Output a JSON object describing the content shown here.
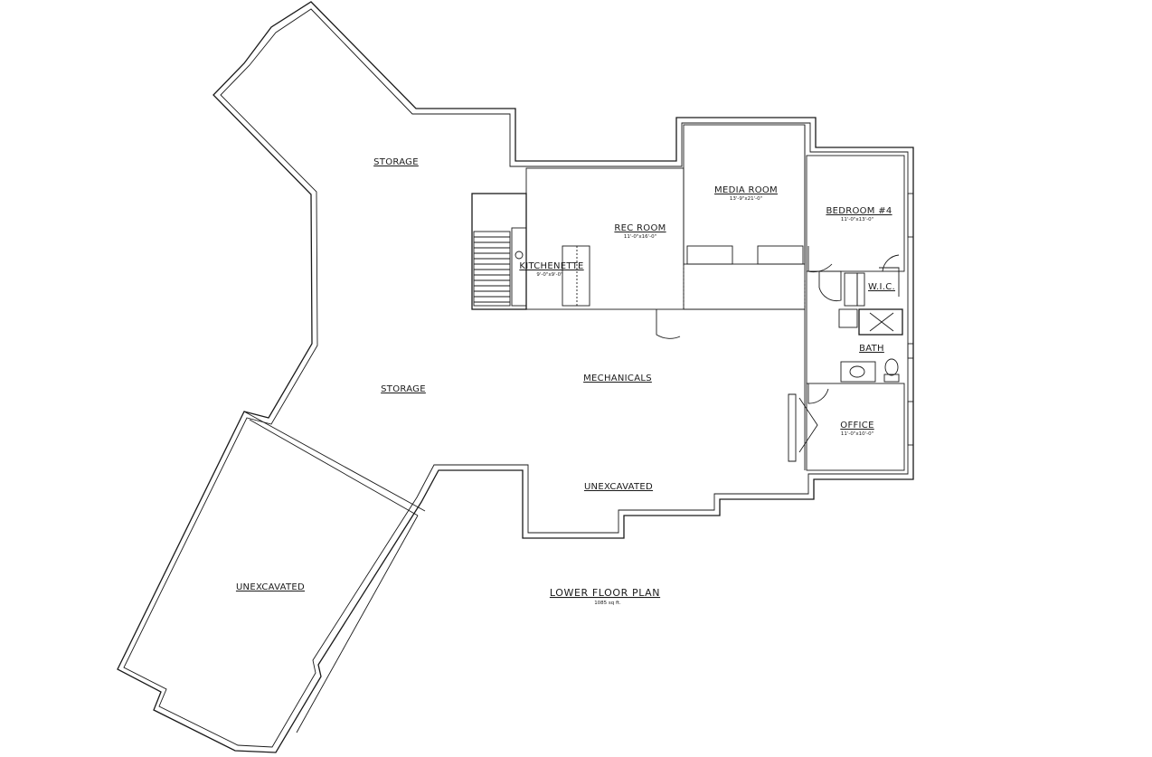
{
  "rooms": {
    "storage_upper": {
      "name": "STORAGE"
    },
    "storage_lower": {
      "name": "STORAGE"
    },
    "rec_room": {
      "name": "REC ROOM",
      "dims": "11'-0\"x16'-0\""
    },
    "kitchenette": {
      "name": "KITCHENETTE",
      "dims": "9'-0\"x9'-0\""
    },
    "media_room": {
      "name": "MEDIA ROOM",
      "dims": "13'-9\"x21'-0\""
    },
    "bedroom4": {
      "name": "BEDROOM #4",
      "dims": "11'-0\"x13'-0\""
    },
    "wic": {
      "name": "W.I.C."
    },
    "bath": {
      "name": "BATH"
    },
    "mechanicals": {
      "name": "MECHANICALS"
    },
    "office": {
      "name": "OFFICE",
      "dims": "11'-0\"x10'-0\""
    },
    "unexcavated_mid": {
      "name": "UNEXCAVATED"
    },
    "unexcavated_left": {
      "name": "UNEXCAVATED"
    }
  },
  "plan": {
    "title": "LOWER FLOOR PLAN",
    "area": "1085 sq ft."
  }
}
